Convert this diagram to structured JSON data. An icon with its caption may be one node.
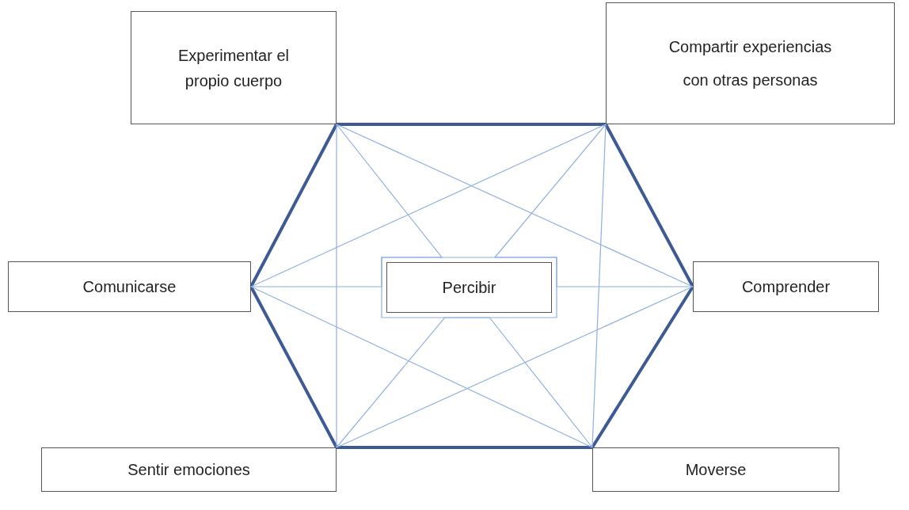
{
  "diagram": {
    "nodes": [
      {
        "text": [
          "Experimentar el propio cuerpo"
        ]
      },
      {
        "text": [
          "Compartir experiencias con otras personas"
        ]
      },
      {
        "text": [
          "Comunicarse"
        ]
      },
      {
        "text": [
          "Percibir"
        ]
      },
      {
        "text": [
          "Comprender"
        ]
      },
      {
        "text": [
          "Sentir emociones"
        ]
      },
      {
        "text": [
          "Moverse"
        ]
      }
    ],
    "edges": [
      {
        "from": 0,
        "to": 1,
        "arrow": "none",
        "style": "thick",
        "color": "#3d5a94"
      },
      {
        "from": 1,
        "to": 4,
        "arrow": "none",
        "style": "thick",
        "color": "#3d5a94"
      },
      {
        "from": 4,
        "to": 6,
        "arrow": "none",
        "style": "thick",
        "color": "#3d5a94"
      },
      {
        "from": 6,
        "to": 5,
        "arrow": "none",
        "style": "thick",
        "color": "#3d5a94"
      },
      {
        "from": 5,
        "to": 2,
        "arrow": "none",
        "style": "thick",
        "color": "#3d5a94"
      },
      {
        "from": 2,
        "to": 0,
        "arrow": "none",
        "style": "thick",
        "color": "#3d5a94"
      },
      {
        "from": 0,
        "to": 4,
        "arrow": "none"
      },
      {
        "from": 0,
        "to": 6,
        "arrow": "none"
      },
      {
        "from": 0,
        "to": 5,
        "arrow": "none"
      },
      {
        "from": 1,
        "to": 2,
        "arrow": "none"
      },
      {
        "from": 1,
        "to": 5,
        "arrow": "none"
      },
      {
        "from": 1,
        "to": 6,
        "arrow": "none"
      },
      {
        "from": 2,
        "to": 4,
        "arrow": "none"
      },
      {
        "from": 2,
        "to": 6,
        "arrow": "none"
      },
      {
        "from": 4,
        "to": 5,
        "arrow": "none"
      }
    ]
  }
}
